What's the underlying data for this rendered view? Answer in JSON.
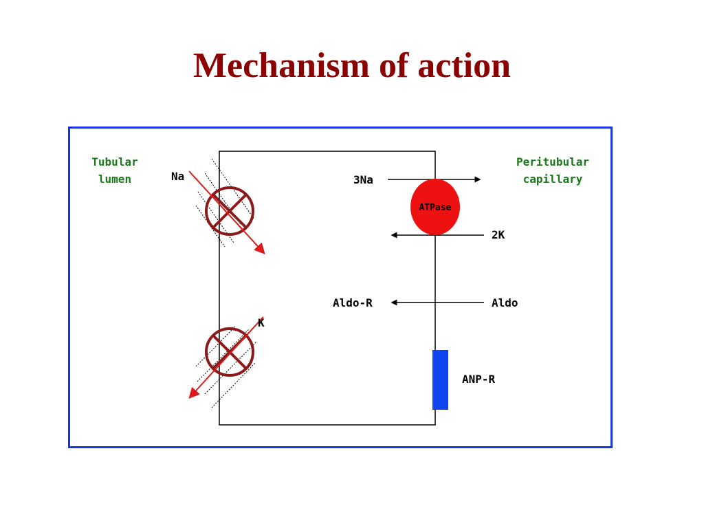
{
  "title": "Mechanism of action",
  "colors": {
    "title": "#8b0000",
    "frame": "#1a33e0",
    "region_label": "#1a7a1a",
    "channel": "#8b1a1a",
    "arrow": "#e01a1a",
    "pump": "#ee1111",
    "anp_receptor": "#1144ee"
  },
  "regions": {
    "lumen": [
      "Tubular",
      "lumen"
    ],
    "capillary": [
      "Peritubular",
      "capillary"
    ]
  },
  "channels": {
    "na_label": "Na",
    "k_label": "K",
    "na_icon": "blocked-channel-icon",
    "k_icon": "blocked-channel-icon"
  },
  "pump": {
    "label": "ATPase",
    "out_label": "3Na",
    "in_label": "2K"
  },
  "aldosterone": {
    "receptor_label": "Aldo-R",
    "ligand_label": "Aldo"
  },
  "anp": {
    "receptor_label": "ANP-R"
  }
}
